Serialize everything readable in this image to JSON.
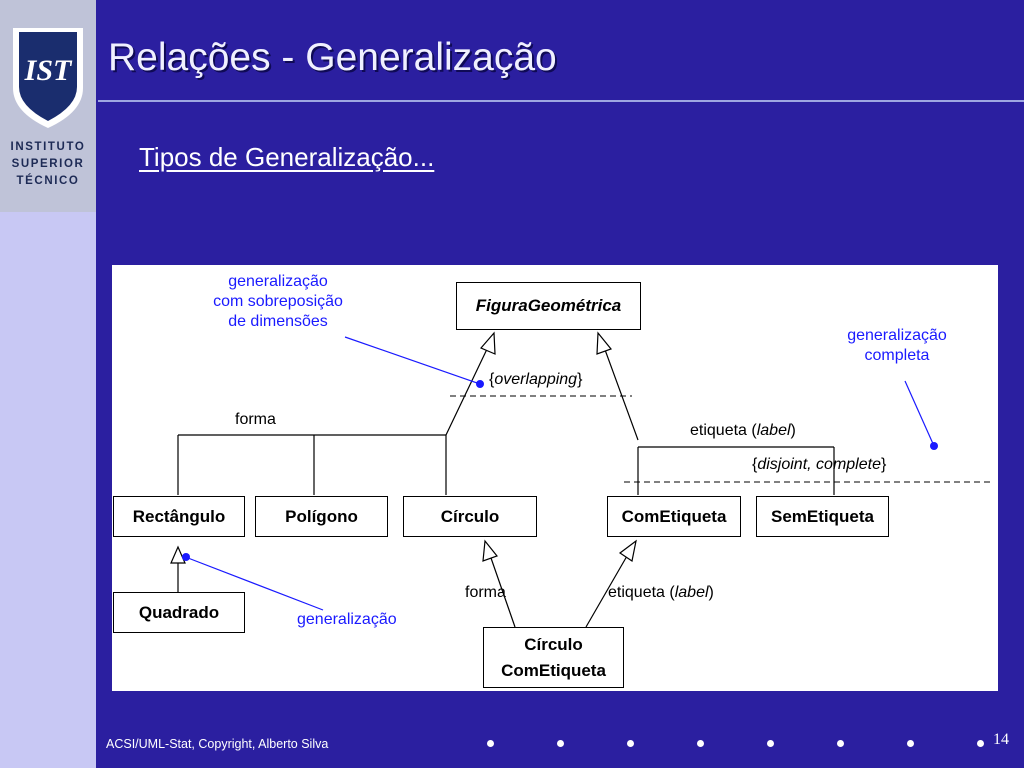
{
  "logo": {
    "monogram": "IST",
    "lines": [
      "INSTITUTO",
      "SUPERIOR",
      "TÉCNICO"
    ],
    "shield_color": "#1a2d6e"
  },
  "slide": {
    "title": "Relações - Generalização",
    "subtitle": "Tipos de Generalização..."
  },
  "diagram": {
    "classes": {
      "figura": "FiguraGeométrica",
      "rectangulo": "Rectângulo",
      "poligono": "Polígono",
      "circulo": "Círculo",
      "com_etiqueta": "ComEtiqueta",
      "sem_etiqueta": "SemEtiqueta",
      "quadrado": "Quadrado",
      "circulo_com_etiqueta_line1": "Círculo",
      "circulo_com_etiqueta_line2": "ComEtiqueta"
    },
    "labels": {
      "forma_top": "forma",
      "etiqueta_top_prefix": "etiqueta (",
      "etiqueta_top_italic": "label",
      "etiqueta_top_suffix": ")",
      "overlapping_open": "{",
      "overlapping_italic": "overlapping",
      "overlapping_close": "}",
      "disjoint_open": "{",
      "disjoint_italic": "disjoint, complete",
      "disjoint_close": "}",
      "forma_bottom": "forma",
      "etiqueta_bottom_prefix": "etiqueta (",
      "etiqueta_bottom_italic": "label",
      "etiqueta_bottom_suffix": ")"
    },
    "notes": {
      "overlap_line1": "generalização",
      "overlap_line2": "com sobreposição",
      "overlap_line3": "de dimensões",
      "complete_line1": "generalização",
      "complete_line2": "completa",
      "simple": "generalização"
    },
    "note_color": "#1a1aff"
  },
  "footer": {
    "copyright": "ACSI/UML-Stat, Copyright, Alberto Silva",
    "page_number": "14"
  }
}
